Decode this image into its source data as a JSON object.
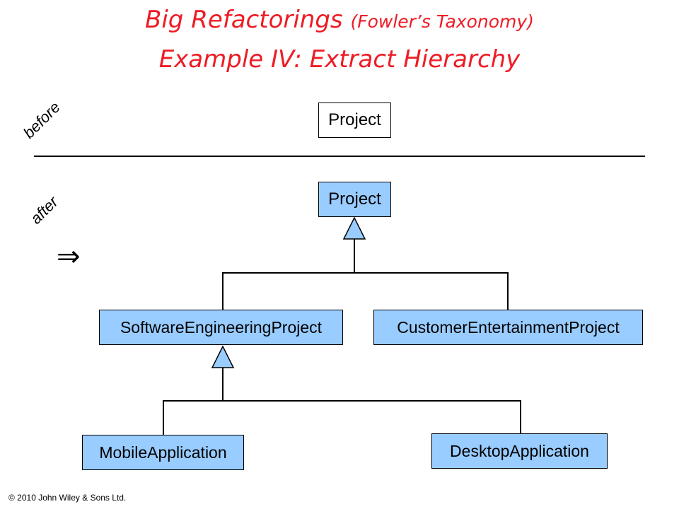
{
  "title": {
    "line1_main": "Big Refactorings",
    "line1_paren": "(Fowler’s Taxonomy)",
    "line2": "Example IV: Extract Hierarchy"
  },
  "labels": {
    "before": "before",
    "after": "after"
  },
  "implies_symbol": "⇒",
  "before_class": "Project",
  "after_classes": {
    "root": "Project",
    "child_left": "SoftwareEngineeringProject",
    "child_right": "CustomerEntertainmentProject",
    "grandchild_left": "MobileApplication",
    "grandchild_right": "DesktopApplication"
  },
  "copyright": "© 2010  John Wiley & Sons Ltd.",
  "colors": {
    "title": "#ee1c25",
    "box_fill": "#99ccff",
    "line": "#000000"
  }
}
